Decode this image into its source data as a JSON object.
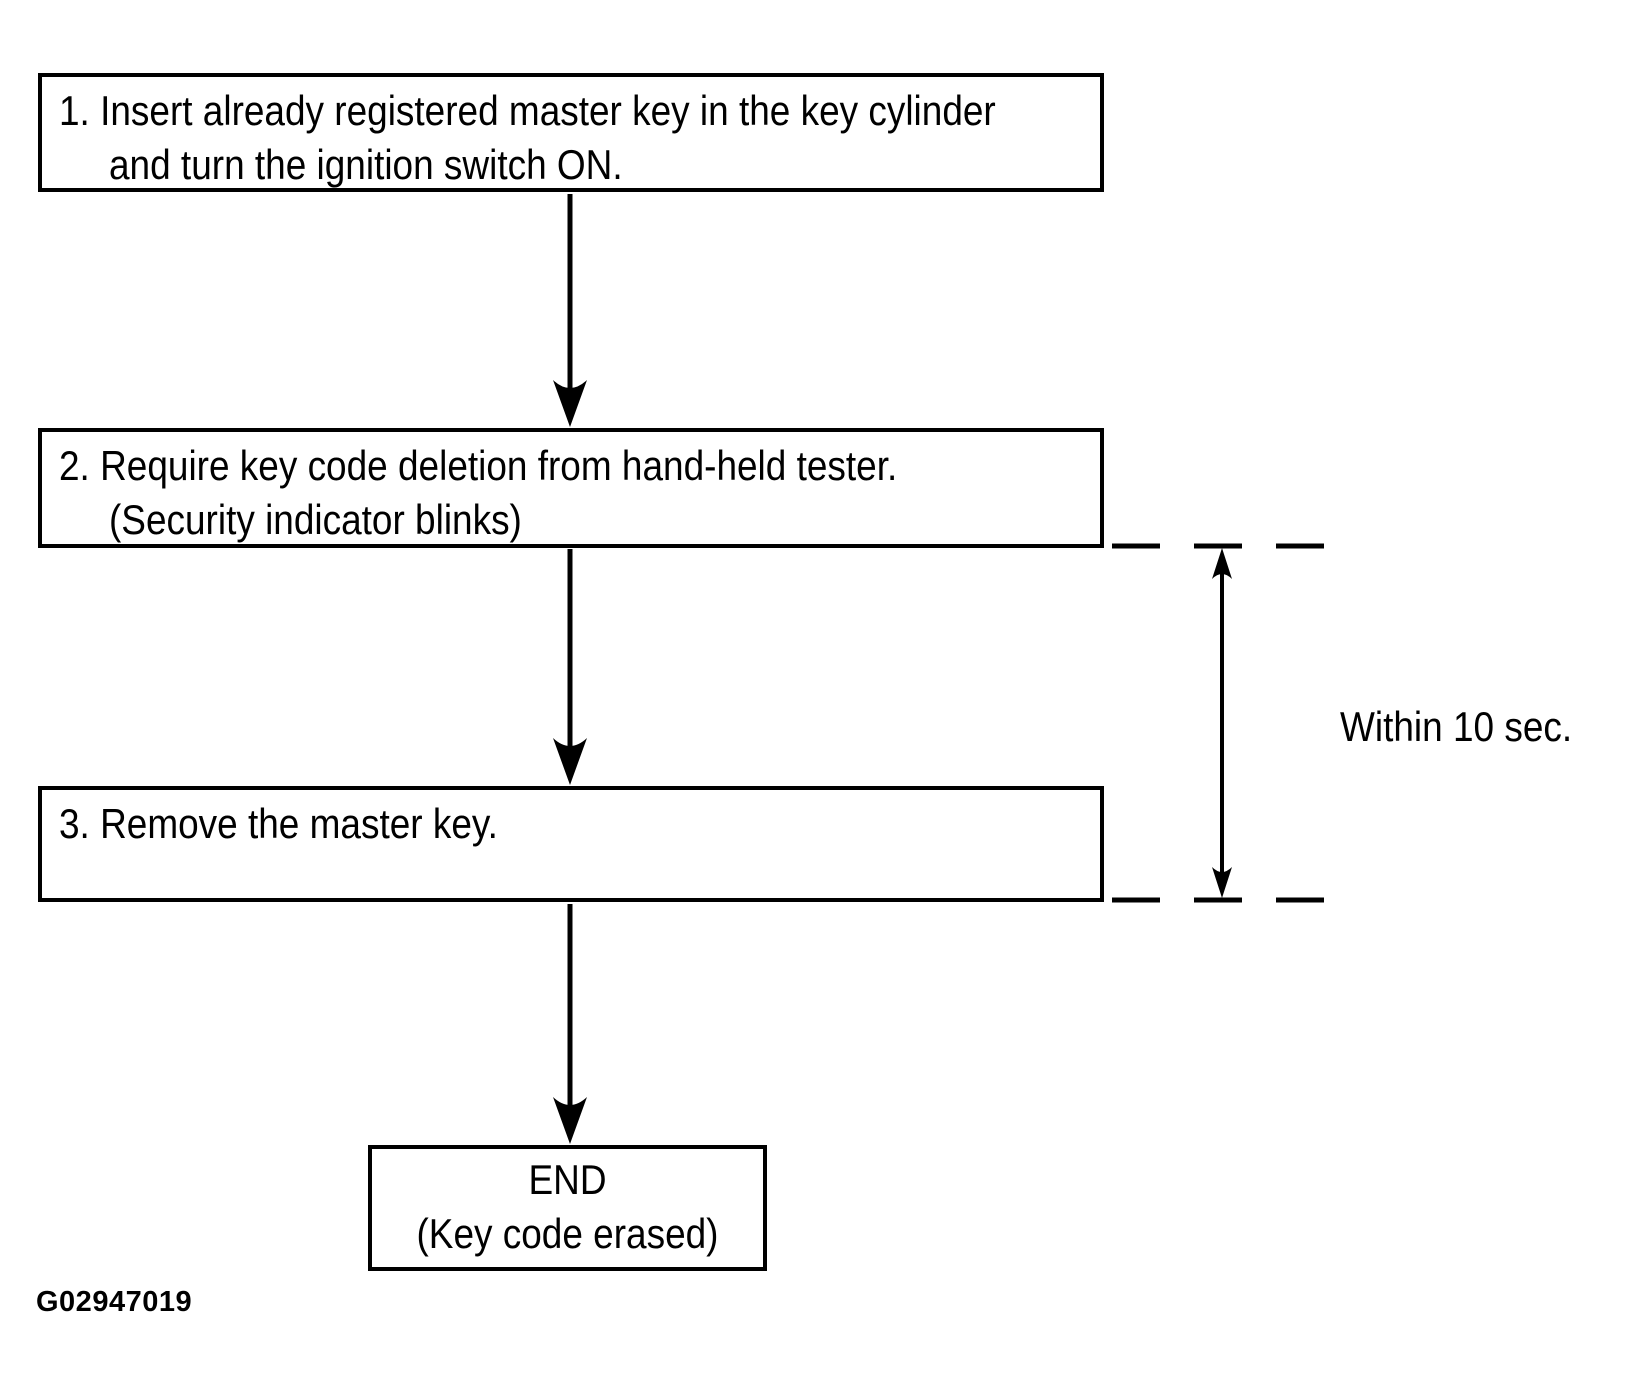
{
  "page": {
    "background": "#ffffff",
    "ink": "#000000",
    "figure_code": "G02947019"
  },
  "flowchart": {
    "steps": [
      {
        "line1": "1. Insert already registered master key in the key cylinder",
        "line2": "and turn the ignition switch ON."
      },
      {
        "line1": "2. Require key code deletion from hand-held tester.",
        "line2": "(Security indicator blinks)"
      },
      {
        "line1": "3. Remove the master key."
      }
    ],
    "end": {
      "line1": "END",
      "line2": "(Key code erased)"
    },
    "annotation": {
      "label": "Within 10 sec."
    }
  }
}
